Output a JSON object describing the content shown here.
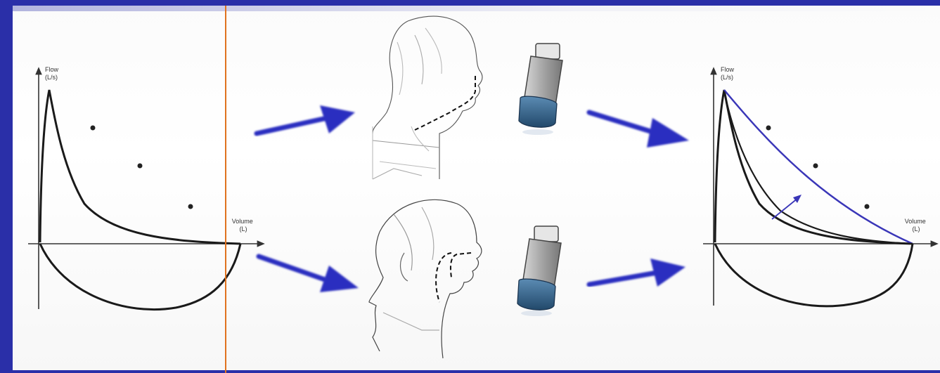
{
  "left_graph": {
    "y_axis_label_line1": "Flow",
    "y_axis_label_line2": "(L/s)",
    "x_axis_label_line1": "Volume",
    "x_axis_label_line2": "(L)"
  },
  "right_graph": {
    "y_axis_label_line1": "Flow",
    "y_axis_label_line2": "(L/s)",
    "x_axis_label_line1": "Volume",
    "x_axis_label_line2": "(L)"
  },
  "colors": {
    "frame": "#2a2fa8",
    "arrow": "#2b2ec0",
    "improved_curve": "#3a36b8",
    "separator": "#e0731f",
    "inhaler_body": "#9a9a9a",
    "inhaler_cap": "#2f5f86"
  }
}
